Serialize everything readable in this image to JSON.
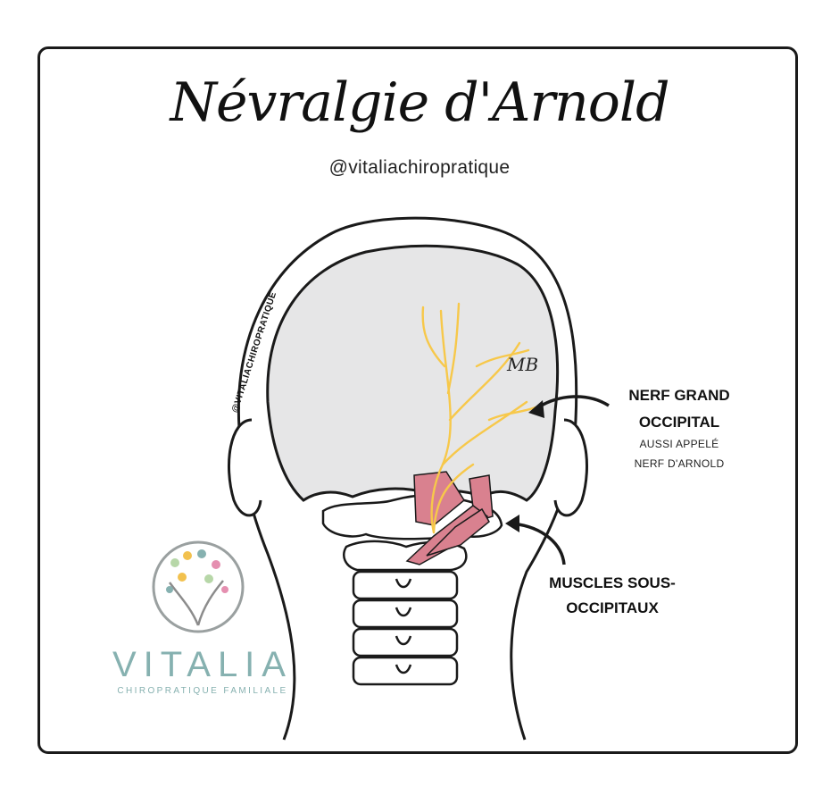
{
  "title": "Névralgie d'Arnold",
  "handle": "@vitaliachiropratique",
  "side_watermark": "@VITALIACHIROPRATIQUE",
  "signature": "MB",
  "labels": {
    "nerve_line1": "NERF GRAND",
    "nerve_line2": "OCCIPITAL",
    "nerve_sub1": "AUSSI APPELÉ",
    "nerve_sub2": "NERF D'ARNOLD",
    "muscles_line1": "MUSCLES SOUS-",
    "muscles_line2": "OCCIPITAUX"
  },
  "brand": {
    "name": "VITALIA",
    "tagline": "CHIROPRATIQUE FAMILIALE"
  },
  "colors": {
    "skull": "#e6e6e7",
    "nerve": "#f7c84a",
    "muscle": "#d9818f",
    "outline": "#1a1a1a",
    "brand": "#86b1b0"
  }
}
